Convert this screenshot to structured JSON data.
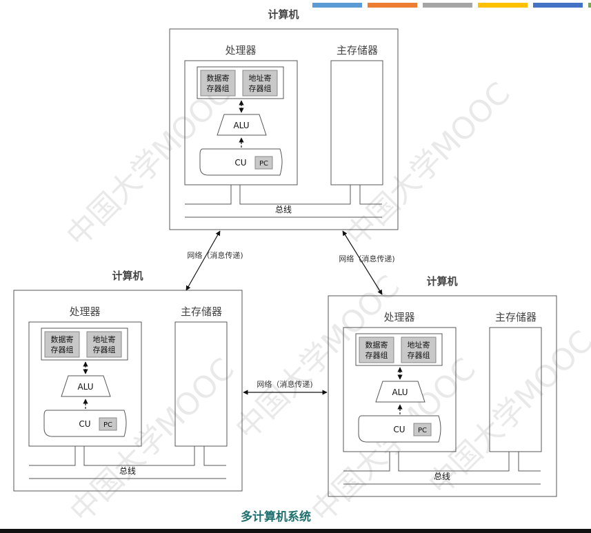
{
  "top_bar_colors": [
    "#5b9bd5",
    "#ed7d31",
    "#a5a5a5",
    "#ffc000",
    "#4472c4",
    "#70ad47"
  ],
  "computer_label": "计算机",
  "processor_label": "处理器",
  "main_memory_label": "主存储器",
  "data_register_label": [
    "数据寄",
    "存器组"
  ],
  "address_register_label": [
    "地址寄",
    "存器组"
  ],
  "alu_label": "ALU",
  "cu_label": "CU",
  "pc_label": "PC",
  "bus_label": "总线",
  "network_label": "网络（消息传递)",
  "caption": "多计算机系统",
  "watermark": "中国大学MOOC",
  "colors": {
    "caption": "#1f6f6f",
    "register_fill": "#c8c8c8",
    "line": "#555555"
  }
}
